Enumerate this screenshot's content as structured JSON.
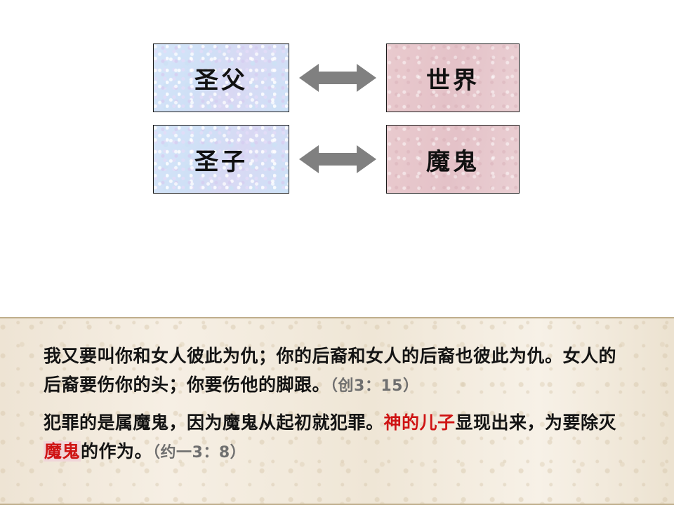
{
  "diagram": {
    "nodes": [
      {
        "id": "holy-father",
        "label": "圣父",
        "side": "left",
        "color": "#cfe2f7"
      },
      {
        "id": "world",
        "label": "世界",
        "side": "right",
        "color": "#e7c8cd"
      },
      {
        "id": "holy-son",
        "label": "圣子",
        "side": "left",
        "color": "#cfe2f7"
      },
      {
        "id": "devil",
        "label": "魔鬼",
        "side": "right",
        "color": "#e7c8cd"
      }
    ],
    "connectors": [
      {
        "id": "father-world",
        "type": "double-arrow",
        "color": "#808080"
      },
      {
        "id": "son-devil",
        "type": "double-arrow",
        "color": "#808080"
      }
    ]
  },
  "scripture": {
    "verses": [
      {
        "id": "genesis-3-15",
        "segments": [
          {
            "text": "我又要叫你和女人彼此为仇；你的后裔和女人的后裔也彼此为仇。女人的后裔要伤你的头；你要伤他的脚跟。",
            "style": "normal"
          },
          {
            "text": "（创3：15）",
            "style": "reference"
          }
        ]
      },
      {
        "id": "1-john-3-8",
        "segments": [
          {
            "text": "犯罪的是属魔鬼，因为魔鬼从起初就犯罪。",
            "style": "normal"
          },
          {
            "text": "神的儿子",
            "style": "highlight"
          },
          {
            "text": "显现出来，为要除灭",
            "style": "normal"
          },
          {
            "text": "魔鬼",
            "style": "highlight-box"
          },
          {
            "text": "的作为。",
            "style": "normal"
          },
          {
            "text": "（约一3：8）",
            "style": "reference"
          }
        ]
      }
    ]
  },
  "colors": {
    "blue_node": "#cfe2f7",
    "pink_node": "#e7c8cd",
    "arrow": "#808080",
    "highlight": "#cf1414",
    "panel_bg": "#f4ece0",
    "panel_border": "#bfae8c"
  }
}
